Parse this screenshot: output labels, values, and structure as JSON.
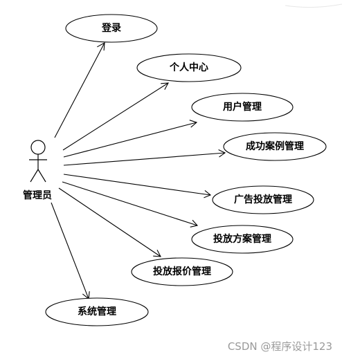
{
  "actor": {
    "name": "管理员"
  },
  "use_cases": [
    {
      "id": "login",
      "label": "登录"
    },
    {
      "id": "personal-center",
      "label": "个人中心"
    },
    {
      "id": "user-management",
      "label": "用户管理"
    },
    {
      "id": "success-case-management",
      "label": "成功案例管理"
    },
    {
      "id": "ad-placement-management",
      "label": "广告投放管理"
    },
    {
      "id": "placement-plan-management",
      "label": "投放方案管理"
    },
    {
      "id": "placement-quote-management",
      "label": "投放报价管理"
    },
    {
      "id": "system-management",
      "label": "系统管理"
    }
  ],
  "watermark": "CSDN @程序设计123"
}
